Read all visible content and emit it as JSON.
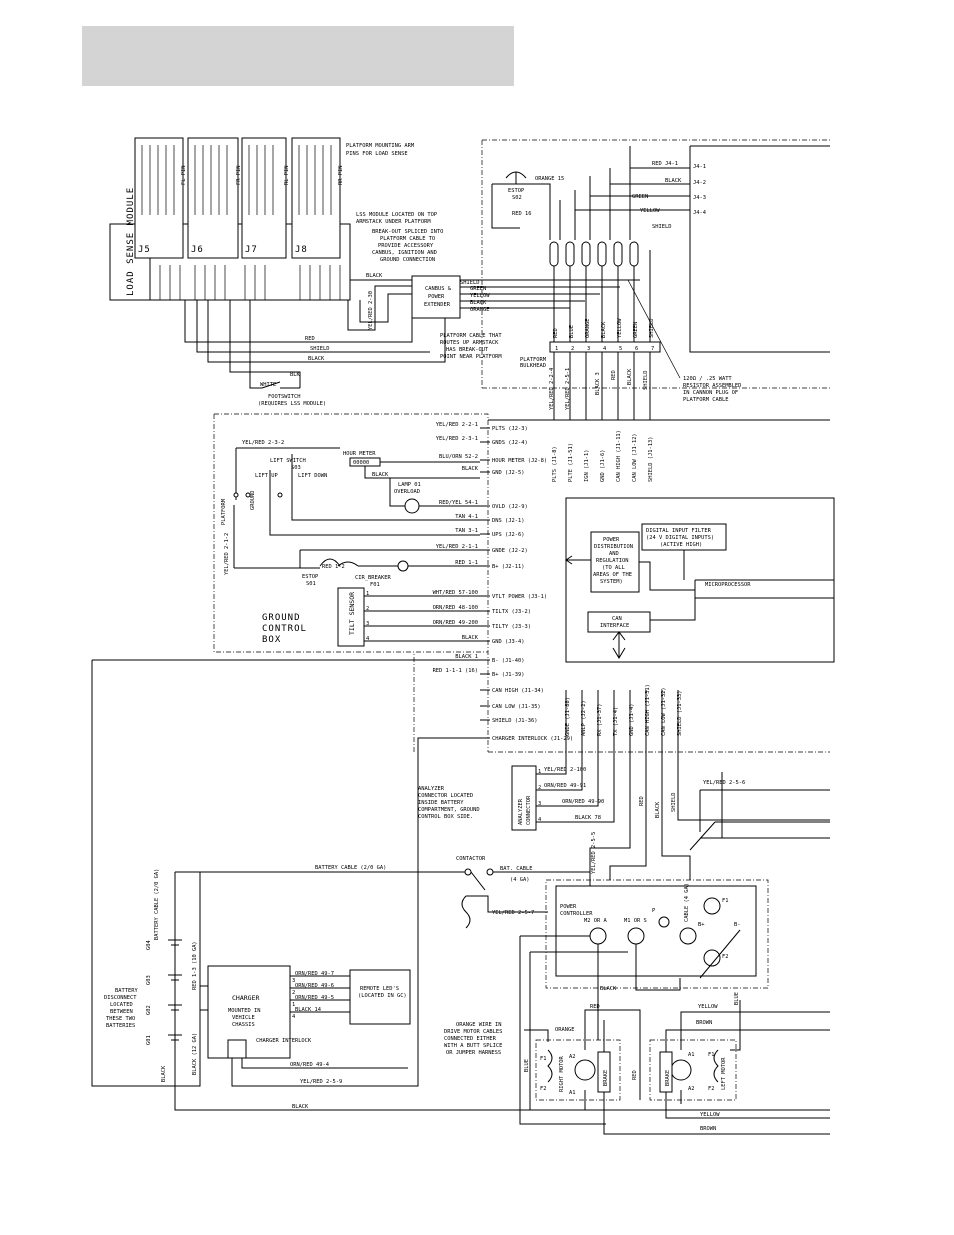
{
  "load_sense": {
    "title": "LOAD SENSE MODULE",
    "conn_labels": [
      "J5",
      "J6",
      "J7",
      "J8"
    ],
    "corner_labels": [
      "FL PIN",
      "FR PIN",
      "RL PIN",
      "RR PIN"
    ],
    "arm_note": "PLATFORM MOUNTING ARM PINS FOR LOAD SENSE",
    "lss_note": "LSS MODULE LOCATED ON TOP ARMSTACK UNDER PLATFORM"
  },
  "canbus": {
    "label": "CANBUS & POWER EXTENDER",
    "wires": [
      "SHIELD",
      "GREEN",
      "YELLOW",
      "BLACK",
      "ORANGE"
    ],
    "breakout_note": "BREAK-OUT SPLICED INTO PLATFORM CABLE TO PROVIDE ACCESSORY CANBUS, IGNITION AND GROUND CONNECTION",
    "yelred": "YEL/RED 2-30",
    "black": "BLACK"
  },
  "platform": {
    "estop": "ESTOP S02",
    "orange": "ORANGE 15",
    "red": "RED 16",
    "red_j": "RED J4-1",
    "black": "BLACK",
    "green": "GREEN",
    "yellow": "YELLOW",
    "shield": "SHIELD",
    "j_pins": [
      "J4-1",
      "J4-2",
      "J4-3",
      "J4-4"
    ],
    "cable_note": "PLATFORM CABLE THAT ROUTES UP ARMSTACK HAS BREAK-OUT POINT NEAR PLATFORM",
    "bulkhead": "PLATFORM BULKHEAD",
    "resistor_note": "120Ω / .25 WATT RESISTOR ASSEMBLED IN CANNON PLUG OF PLATFORM CABLE",
    "bulkhead_wires": [
      "RED",
      "BLUE",
      "ORANGE",
      "BLACK",
      "YELLOW",
      "GREEN",
      "SHIELD"
    ],
    "bulkhead_pins": [
      "1",
      "2",
      "3",
      "4",
      "5",
      "6",
      "7"
    ],
    "down_wires": [
      "YEL/RED 2-2-4",
      "YEL/RED 2-5-1",
      "BLACK 3",
      "RED",
      "BLACK",
      "SHIELD"
    ]
  },
  "footswitch": {
    "red": "RED",
    "shield": "SHIELD",
    "black": "BLACK",
    "blk": "BLK",
    "white": "WHITE",
    "label": "FOOTSWITCH (REQUIRES LSS MODULE)"
  },
  "ground_box": {
    "title": "GROUND CONTROL BOX",
    "yelred_232": "YEL/RED 2-3-2",
    "yelred_212": "YEL/RED 2-1-2",
    "platform": "PLATFORM",
    "ground": "GROUND",
    "lift_switch": "LIFT SWITCH S03",
    "lift_up": "LIFT UP",
    "lift_down": "LIFT DOWN",
    "hour_meter": "HOUR METER",
    "hour_reading": "00000",
    "lamp": "LAMP 01 OVERLOAD",
    "estop": "ESTOP S01",
    "cir_breaker": "CIR BREAKER F01",
    "red12": "RED 1-2",
    "tilt": "TILT SENSOR",
    "tilt_pins": [
      "1",
      "2",
      "3",
      "4"
    ],
    "connections": [
      {
        "wire": "YEL/RED 2-2-1",
        "term": "PLTS (J2-3)"
      },
      {
        "wire": "YEL/RED 2-3-1",
        "term": "GNDS (J2-4)"
      },
      {
        "wire": "BLU/ORN 52-2",
        "term": "HOUR METER (J2-8)"
      },
      {
        "wire": "BLACK",
        "term": "GND (J2-5)"
      },
      {
        "wire": "RED/YEL 54-1",
        "term": "OVLD (J2-9)"
      },
      {
        "wire": "TAN 4-1",
        "term": "DNS (J2-1)"
      },
      {
        "wire": "TAN 3-1",
        "term": "UPS (J2-6)"
      },
      {
        "wire": "YEL/RED 2-1-1",
        "term": "GNDE (J2-2)"
      },
      {
        "wire": "RED 1-1",
        "term": "B+ (J2-11)"
      },
      {
        "wire": "WHT/RED 57-100",
        "term": "VTLT POWER (J3-1)"
      },
      {
        "wire": "ORN/RED 48-100",
        "term": "TILTX (J3-2)"
      },
      {
        "wire": "ORN/RED 49-200",
        "term": "TILTY (J3-3)"
      },
      {
        "wire": "BLACK",
        "term": "GND (J3-4)"
      },
      {
        "wire": "BLACK 1",
        "term": "B- (J1-40)"
      },
      {
        "wire": "RED 1-1-1 (16)",
        "term": "B+ (J1-39)"
      },
      {
        "wire": "",
        "term": "CAN HIGH (J1-34)"
      },
      {
        "wire": "",
        "term": "CAN LOW (J1-35)"
      },
      {
        "wire": "",
        "term": "SHIELD (J1-36)"
      },
      {
        "wire": "",
        "term": "CHARGER INTERLOCK (J1-29)"
      }
    ],
    "vert_terms": [
      "PLTS (J1-8)",
      "PLTE (J1-51)",
      "IGN (J1-1)",
      "GND (J1-6)",
      "CAN HIGH (J1-11)",
      "CAN LOW (J1-12)",
      "SHIELD (J1-13)"
    ],
    "bottom_terms": [
      "GNDE (J1-88)",
      "ANLP (J2-2)",
      "RX (J1-37)",
      "TX (J1-4)",
      "GND (J1-4)",
      "CAN HIGH (J1-31)",
      "CAN LOW (J1-32)",
      "SHIELD (J1-33)"
    ]
  },
  "controller_block": {
    "power_dist": "POWER DISTRIBUTION AND REGULATION (TO ALL AREAS OF THE SYSTEM)",
    "digital_filter": "DIGITAL INPUT FILTER (24 V DIGITAL INPUTS) (ACTIVE HIGH)",
    "microprocessor": "MICROPROCESSOR",
    "can_interface": "CAN INTERFACE"
  },
  "analyzer": {
    "note": "ANALYZER CONNECTOR LOCATED INSIDE BATTERY COMPARTMENT, GROUND CONTROL BOX SIDE.",
    "label": "ANALYZER CONNECTOR",
    "wires": [
      "YEL/RED 2-100",
      "ORN/RED 49-91",
      "ORN/RED 49-90",
      "BLACK 78"
    ],
    "pins": [
      "1",
      "2",
      "3",
      "4"
    ]
  },
  "power": {
    "yelred_256": "YEL/RED 2-5-6",
    "red": "RED",
    "black": "BLACK",
    "shield": "SHIELD",
    "battery_cable": "BATTERY CABLE (2/0 GA)",
    "battery_cable_v": "BATTERY CABLE (2/0 GA)",
    "contactor": "CONTACTOR",
    "bat_cable": "BAT. CABLE (4 GA)",
    "yelred_255": "YEL/RED 2-5-5",
    "yelred_257": "YEL/RED 2-5-7",
    "power_controller": "POWER CONTROLLER",
    "m2": "M2 OR A",
    "m1": "M1 OR S",
    "p": "P",
    "cable14": "CABLE (4 GA)",
    "f1": "F1",
    "f2": "F2",
    "bplus": "B+",
    "bminus": "B-",
    "batteries": [
      "G04",
      "G03",
      "G02",
      "G01"
    ],
    "red13": "RED 1-3 (10 GA)",
    "disconnect_note": "BATTERY DISCONNECT LOCATED BETWEEN THESE TWO BATTERIES",
    "black12": "BLACK (12 GA)",
    "charger": "CHARGER",
    "charger_sub": "MOUNTED IN VEHICLE CHASSIS",
    "charger_interlock": "CHARGER INTERLOCK",
    "remote_led": "REMOTE LED'S (LOCATED IN GC)",
    "led_wires": [
      "ORN/RED 49-7",
      "ORN/RED 49-6",
      "ORN/RED 49-5",
      "BLACK 14"
    ],
    "led_pins": [
      "3",
      "2",
      "1",
      "4"
    ],
    "orn494": "ORN/RED 49-4",
    "yelred_259": "YEL/RED 2-5-9",
    "black_bottom": "BLACK",
    "yellow": "YELLOW",
    "brown": "BROWN",
    "blue": "BLUE",
    "orange": "ORANGE",
    "orange_note": "ORANGE WIRE IN DRIVE MOTOR CABLES CONNECTED EITHER WITH A BUTT SPLICE OR JUMPER HARNESS",
    "right_motor": "RIGHT MOTOR",
    "left_motor": "LEFT MOTOR",
    "brake": "BRAKE",
    "a1": "A1",
    "a2": "A2"
  }
}
